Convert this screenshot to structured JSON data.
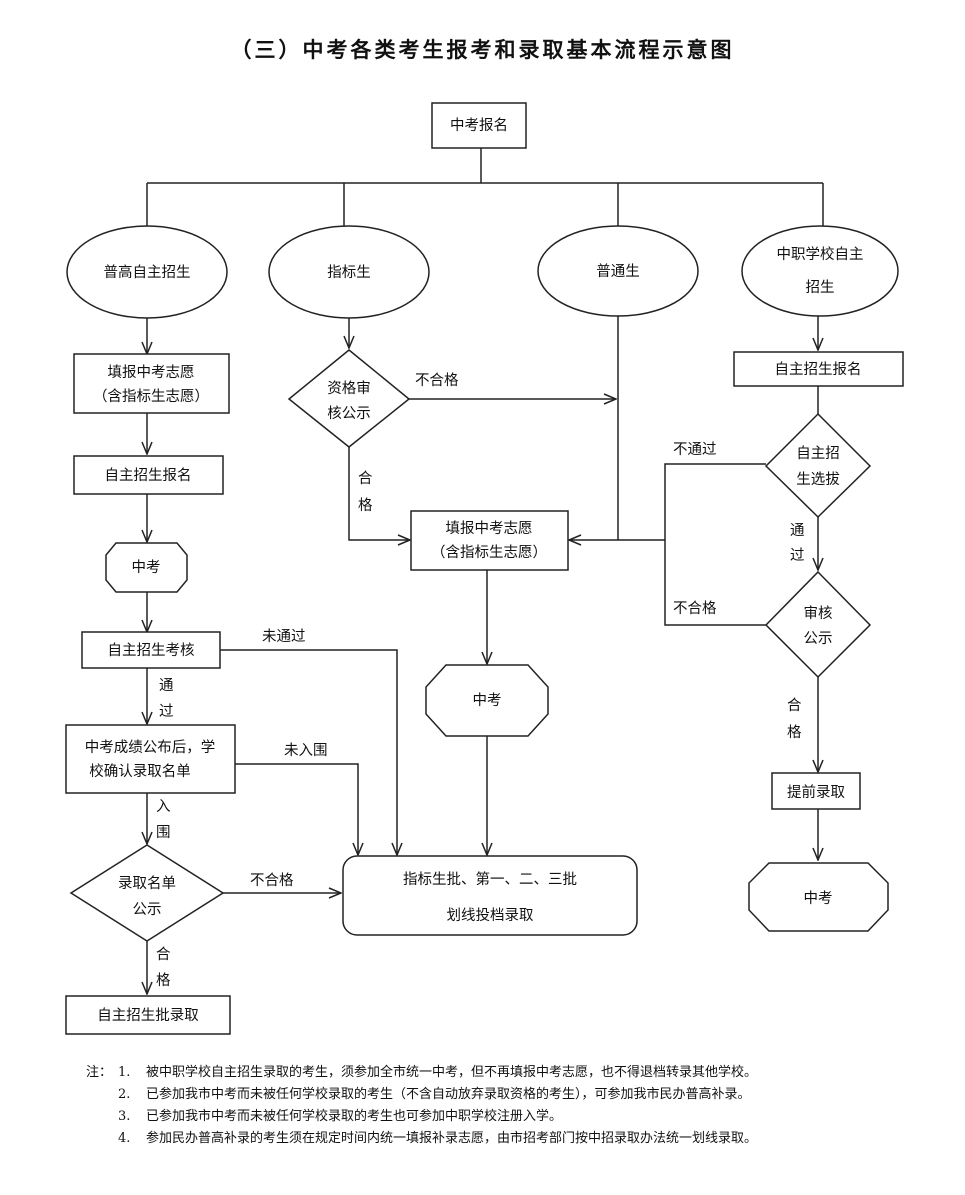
{
  "title": "（三）中考各类考生报考和录取基本流程示意图",
  "nodes": {
    "top": "中考报名",
    "cat_puggao": "普高自主招生",
    "cat_zhibiao": "指标生",
    "cat_putong": "普通生",
    "cat_zhongzhi_1": "中职学校自主",
    "cat_zhongzhi_2": "招生",
    "left_fill_1": "填报中考志愿",
    "left_fill_2": "（含指标生志愿）",
    "left_signup": "自主招生报名",
    "left_exam": "中考",
    "left_assess": "自主招生考核",
    "left_confirm_1": "中考成绩公布后，学",
    "left_confirm_2": "校确认录取名单",
    "left_publicize_1": "录取名单",
    "left_publicize_2": "公示",
    "left_admit": "自主招生批录取",
    "mid_review_1": "资格审",
    "mid_review_2": "核公示",
    "center_fill_1": "填报中考志愿",
    "center_fill_2": "（含指标生志愿）",
    "center_exam": "中考",
    "bottom_batch_1": "指标生批、第一、二、三批",
    "bottom_batch_2": "划线投档录取",
    "right_signup": "自主招生报名",
    "right_select_1": "自主招",
    "right_select_2": "生选拔",
    "right_publicize_1": "审核",
    "right_publicize_2": "公示",
    "right_early": "提前录取",
    "right_exam": "中考"
  },
  "edge_labels": {
    "not_qualified_mid": "不合格",
    "qualified_mid_1": "合",
    "qualified_mid_2": "格",
    "not_passed_right": "不通过",
    "passed_right_1": "通",
    "passed_right_2": "过",
    "not_qualified_right": "不合格",
    "qualified_right_1": "合",
    "qualified_right_2": "格",
    "not_passed_left": "未通过",
    "passed_left_1": "通",
    "passed_left_2": "过",
    "not_shortlisted": "未入围",
    "shortlisted_1": "入",
    "shortlisted_2": "围",
    "not_qualified_left": "不合格",
    "qualified_left_1": "合",
    "qualified_left_2": "格"
  },
  "notes": {
    "prefix": "注：",
    "items": [
      {
        "num": "1.",
        "text": "被中职学校自主招生录取的考生，须参加全市统一中考，但不再填报中考志愿，也不得退档转录其他学校。"
      },
      {
        "num": "2.",
        "text": "已参加我市中考而未被任何学校录取的考生（不含自动放弃录取资格的考生），可参加我市民办普高补录。"
      },
      {
        "num": "3.",
        "text": "已参加我市中考而未被任何学校录取的考生也可参加中职学校注册入学。"
      },
      {
        "num": "4.",
        "text": "参加民办普高补录的考生须在规定时间内统一填报补录志愿，由市招考部门按中招录取办法统一划线录取。"
      }
    ]
  }
}
